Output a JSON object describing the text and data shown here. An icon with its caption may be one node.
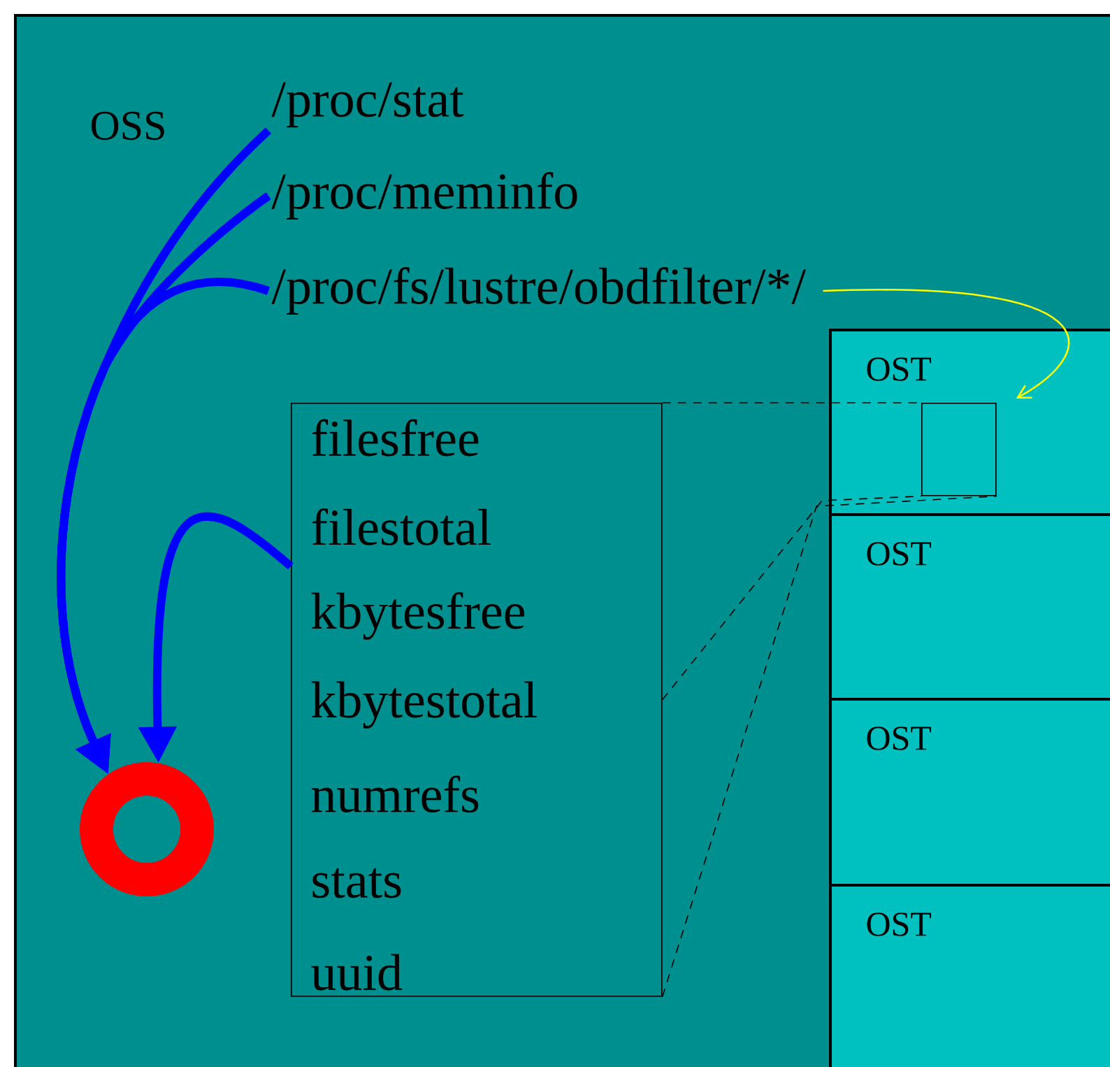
{
  "diagram": {
    "nodes": [
      {
        "text": [
          "OSS"
        ]
      },
      {
        "text": [
          "/proc/stat"
        ],
        "in": 0
      },
      {
        "text": [
          "/proc/meminfo"
        ],
        "in": 0
      },
      {
        "text": [
          "/proc/fs/lustre/obdfilter/*/"
        ],
        "in": 0
      },
      {
        "text": [
          "filesfree",
          "filestotal",
          "kbytesfree",
          "kbytestotal",
          "numrefs",
          "stats",
          "uuid"
        ],
        "in": 0
      },
      {
        "text": [],
        "shape": "circle",
        "in": 0
      },
      {
        "text": [
          "OST"
        ],
        "in": 0
      },
      {
        "text": [
          "OST"
        ],
        "in": 0
      },
      {
        "text": [
          "OST"
        ],
        "in": 0
      },
      {
        "text": [
          "OST"
        ],
        "in": 0
      },
      {
        "text": [],
        "shape": "box",
        "in": 6
      }
    ],
    "edges": [
      {
        "from": 1,
        "to": 5,
        "arrow": "to",
        "style": "thick"
      },
      {
        "from": 2,
        "to": 5,
        "arrow": "to",
        "style": "thick"
      },
      {
        "from": 3,
        "to": 5,
        "arrow": "to",
        "style": "thick"
      },
      {
        "from": 4,
        "to": 5,
        "arrow": "to",
        "style": "thick"
      },
      {
        "from": 4,
        "to": 10,
        "arrow": "none",
        "style": "dashed",
        "color": "#000000"
      },
      {
        "from": 4,
        "to": 10,
        "arrow": "none",
        "style": "dashed",
        "color": "#000000"
      },
      {
        "from": 4,
        "to": 10,
        "arrow": "none",
        "style": "dashed",
        "color": "#000000"
      },
      {
        "from": 3,
        "to": 10,
        "arrow": "to",
        "color": "#ffff00"
      }
    ]
  }
}
